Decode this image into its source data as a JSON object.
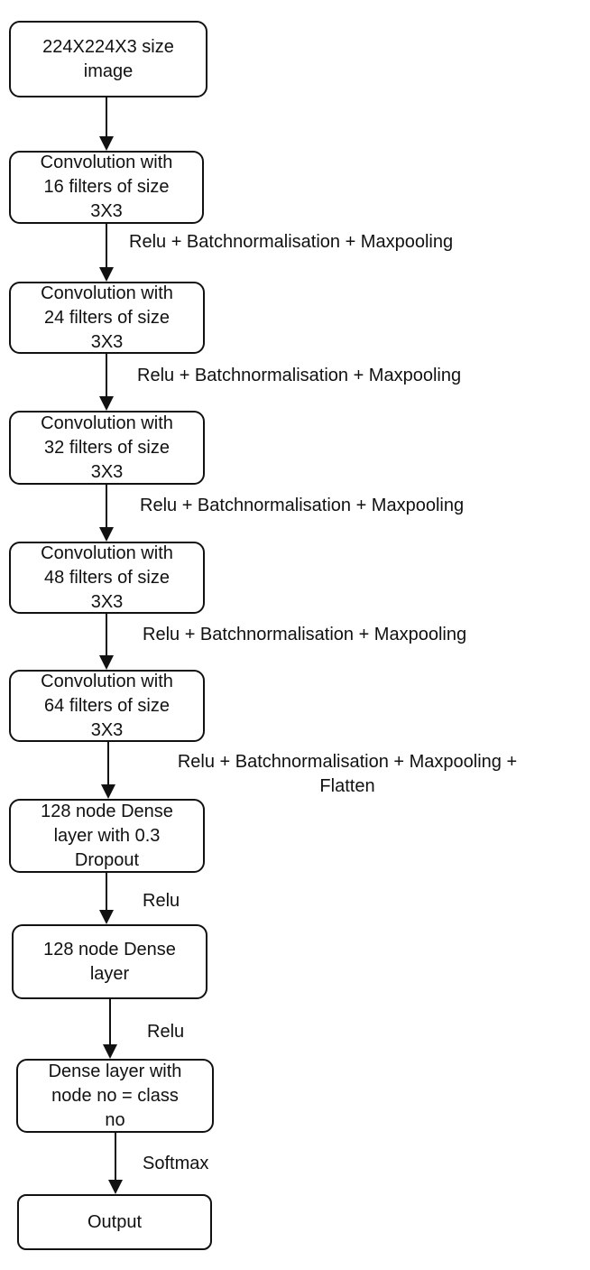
{
  "diagram": {
    "type": "flowchart",
    "subject": "CNN model architecture",
    "colors": {
      "stroke": "#111111",
      "background": "#ffffff",
      "text": "#111111"
    },
    "nodes": [
      {
        "id": "input-image",
        "label": "224X224X3 size\nimage"
      },
      {
        "id": "conv-16",
        "label": "Convolution with\n16 filters of size\n3X3"
      },
      {
        "id": "conv-24",
        "label": "Convolution with\n24 filters of size\n3X3"
      },
      {
        "id": "conv-32",
        "label": "Convolution with\n32 filters of size\n3X3"
      },
      {
        "id": "conv-48",
        "label": "Convolution with\n48 filters of size\n3X3"
      },
      {
        "id": "conv-64",
        "label": "Convolution with\n64 filters of size\n3X3"
      },
      {
        "id": "dense-128-dropout",
        "label": "128 node Dense\nlayer with 0.3\nDropout"
      },
      {
        "id": "dense-128",
        "label": "128 node Dense\nlayer"
      },
      {
        "id": "dense-class",
        "label": "Dense layer with\nnode no = class\nno"
      },
      {
        "id": "output",
        "label": "Output"
      }
    ],
    "edge_labels": [
      {
        "label": "Relu + Batchnormalisation + Maxpooling"
      },
      {
        "label": "Relu + Batchnormalisation + Maxpooling"
      },
      {
        "label": "Relu + Batchnormalisation + Maxpooling"
      },
      {
        "label": "Relu + Batchnormalisation + Maxpooling"
      },
      {
        "label": "Relu + Batchnormalisation + Maxpooling +\nFlatten"
      },
      {
        "label": "Relu"
      },
      {
        "label": "Relu"
      },
      {
        "label": "Softmax"
      }
    ]
  }
}
